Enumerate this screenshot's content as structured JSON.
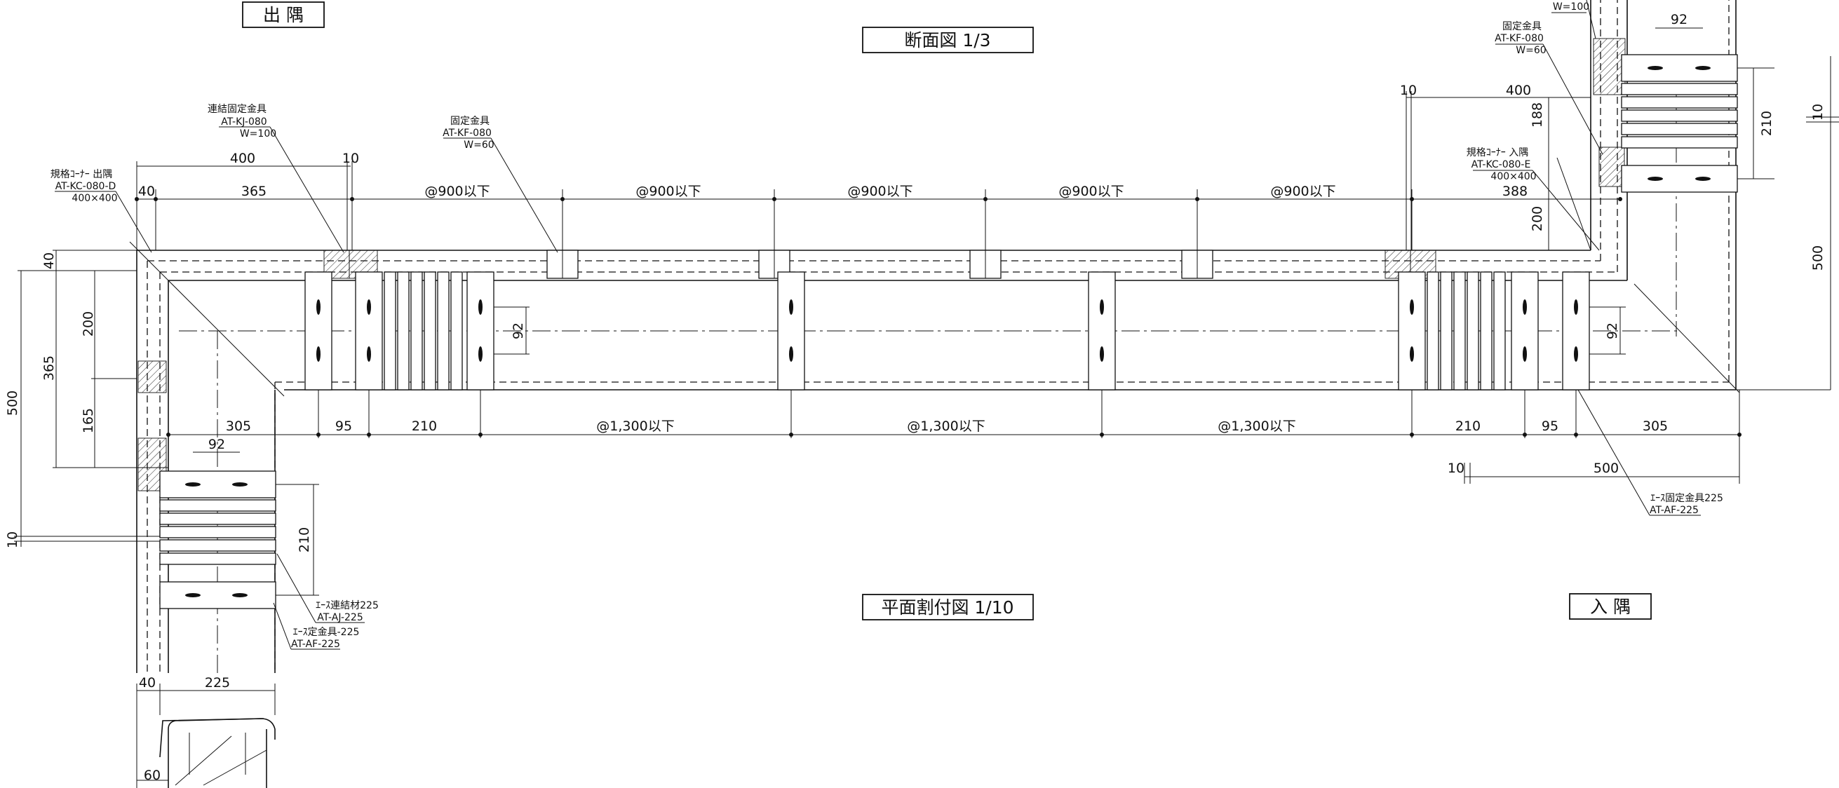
{
  "titles": {
    "outside_corner": "出 隅",
    "inside_corner": "入 隅",
    "section": "断面図 1/3",
    "plan": "平面割付図 1/10"
  },
  "notes": {
    "joint_fitting": [
      "連結固定金具",
      "AT-KJ-080",
      "W=100"
    ],
    "fitting_left": [
      "固定金具",
      "AT-KF-080",
      "W=60"
    ],
    "fitting_right": [
      "固定金具",
      "AT-KF-080",
      "W=60"
    ],
    "fitting_top_right": [
      "W=100"
    ],
    "corner_outside": [
      "規格ｺｰﾅｰ 出隅",
      "AT-KC-080-D",
      "400×400"
    ],
    "corner_inside": [
      "規格ｺｰﾅｰ 入隅",
      "AT-KC-080-E",
      "400×400"
    ],
    "ace_fitting_right": [
      "ｴｰｽ固定金具225",
      "AT-AF-225"
    ],
    "ace_joint_left": [
      "ｴｰｽ連結材225",
      "AT-AJ-225"
    ],
    "ace_fitting_left": [
      "ｴｰｽ定金具-225",
      "AT-AF-225"
    ]
  },
  "dims_top": {
    "d400_left": "400",
    "d10_left": "10",
    "d40": "40",
    "d365": "365",
    "pitch900": [
      "@900以下",
      "@900以下",
      "@900以下",
      "@900以下",
      "@900以下"
    ],
    "d388": "388",
    "d10_right": "10",
    "d400_right": "400",
    "d188": "188",
    "d200_right": "200",
    "d92_top": "92",
    "d210_right": "210",
    "d10_far": "10",
    "d500_right": "500"
  },
  "dims_left": {
    "d40": "40",
    "d200": "200",
    "d365": "365",
    "d165": "165",
    "d500": "500",
    "d10": "10",
    "d92": "92",
    "d210": "210",
    "d92_mid": "92",
    "d92_mid_right": "92"
  },
  "dims_bottom": {
    "d305_left": "305",
    "d95_left": "95",
    "d210_left": "210",
    "pitch1300": [
      "@1,300以下",
      "@1,300以下",
      "@1,300以下"
    ],
    "d210_right": "210",
    "d95_right": "95",
    "d305_right": "305",
    "d10": "10",
    "d500": "500",
    "d40": "40",
    "d225": "225",
    "d60": "60"
  }
}
